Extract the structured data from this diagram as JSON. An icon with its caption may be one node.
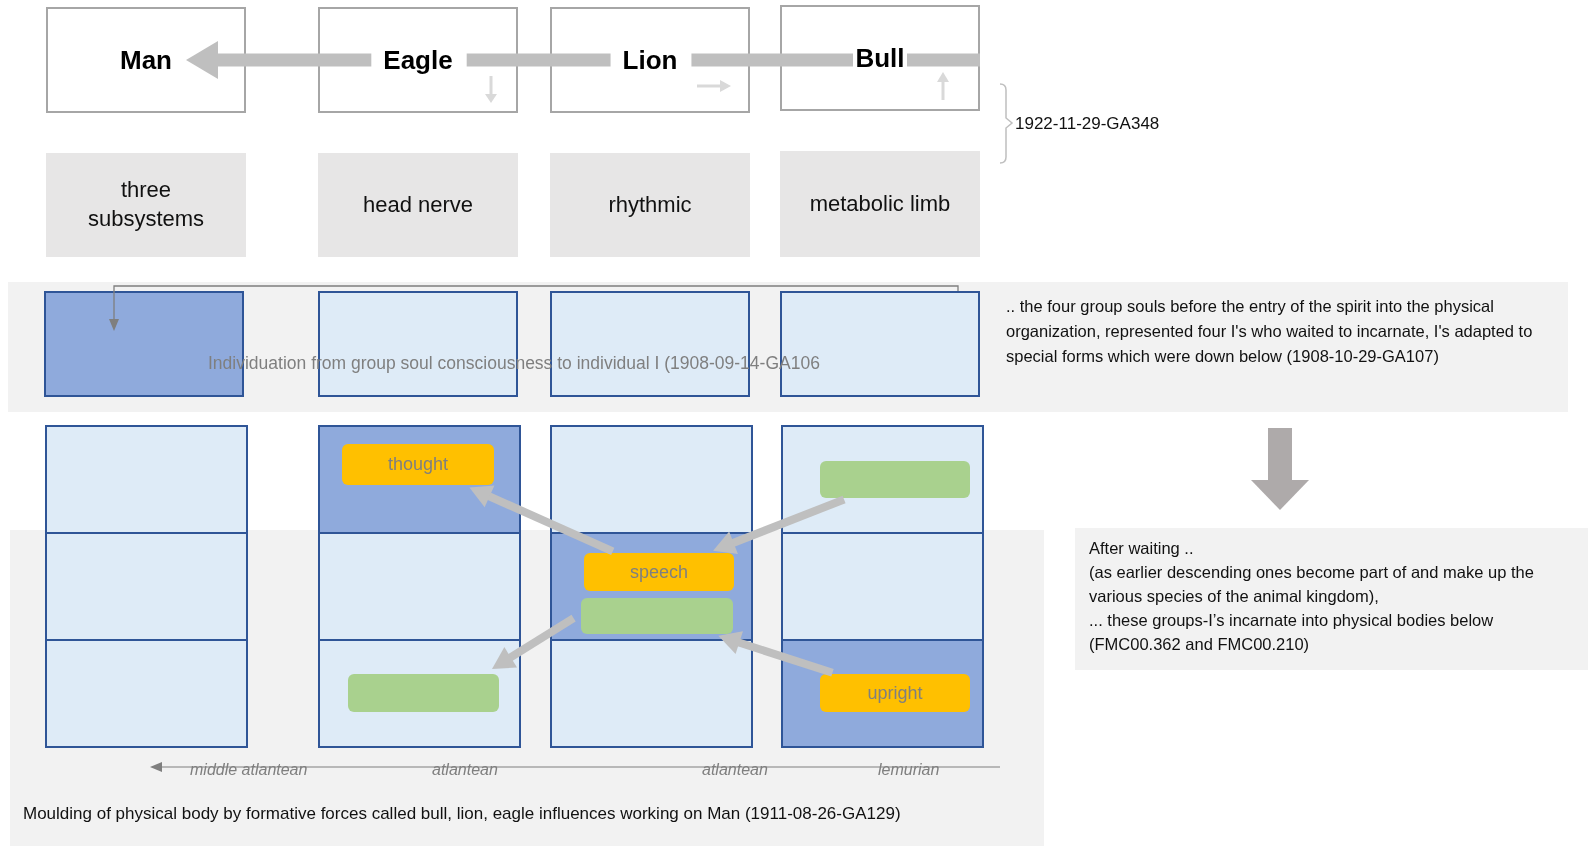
{
  "diagram": {
    "nodes": [
      {
        "text": [
          "Man"
        ]
      },
      {
        "text": [
          "Eagle"
        ]
      },
      {
        "text": [
          "Lion"
        ]
      },
      {
        "text": [
          "Bull"
        ]
      },
      {
        "text": [
          "three subsystems"
        ]
      },
      {
        "text": [
          "head nerve"
        ]
      },
      {
        "text": [
          "rhythmic"
        ]
      },
      {
        "text": [
          "metabolic limb"
        ]
      },
      {
        "text": [
          ".. the four group souls before the entry of the spirit into the physical organization, represented four I's who waited to incarnate, I's adapted to special forms which were down below (1908-10-29-GA107)"
        ]
      },
      {
        "text": [],
        "shape": "box",
        "in": 8
      },
      {
        "text": [],
        "shape": "box",
        "in": 8
      },
      {
        "text": [],
        "shape": "box",
        "in": 8
      },
      {
        "text": [],
        "shape": "box",
        "in": 8
      },
      {
        "text": [
          "Moulding of physical body by formative forces called bull, lion, eagle influences working on Man (1911-08-26-GA129)"
        ]
      },
      {
        "text": [],
        "shape": "box"
      },
      {
        "text": [],
        "shape": "box"
      },
      {
        "text": [],
        "shape": "box"
      },
      {
        "text": [],
        "shape": "box"
      },
      {
        "text": [],
        "shape": "box",
        "in": 13
      },
      {
        "text": [],
        "shape": "box",
        "in": 13
      },
      {
        "text": [],
        "shape": "box",
        "in": 13
      },
      {
        "text": [],
        "shape": "box",
        "in": 13
      },
      {
        "text": [],
        "shape": "box",
        "in": 13
      },
      {
        "text": [],
        "shape": "box",
        "in": 13
      },
      {
        "text": [],
        "shape": "box",
        "in": 13
      },
      {
        "text": [],
        "shape": "box",
        "in": 13
      },
      {
        "text": [
          "thought"
        ],
        "in": 15
      },
      {
        "text": [],
        "shape": "box",
        "in": 17
      },
      {
        "text": [
          "speech"
        ],
        "in": 20
      },
      {
        "text": [],
        "shape": "box",
        "in": 20
      },
      {
        "text": [],
        "shape": "box",
        "in": 23
      },
      {
        "text": [
          "upright"
        ],
        "in": 25
      },
      {
        "text": [
          "After waiting ..",
          "(as earlier descending ones become part of and make up the various species of the animal kingdom),",
          "... these groups-I’s incarnate into physical bodies below (FMC00.362 and FMC00.210)"
        ]
      }
    ],
    "edges": [
      {
        "from": 3,
        "to": 2,
        "arrow": "none"
      },
      {
        "from": 2,
        "to": 1,
        "arrow": "none"
      },
      {
        "from": 1,
        "to": 0,
        "arrow": "to"
      },
      {
        "from": 12,
        "to": 9,
        "arrow": "to",
        "label": "Individuation from group soul consciousness to individual I (1908-09-14-GA106",
        "color": "#7f7f7f"
      },
      {
        "from": 28,
        "to": 26,
        "arrow": "to"
      },
      {
        "from": 27,
        "to": 28,
        "arrow": "to"
      },
      {
        "from": 29,
        "to": 30,
        "arrow": "to"
      },
      {
        "from": 31,
        "to": 29,
        "arrow": "to"
      },
      {
        "from": 8,
        "to": 32,
        "arrow": "to",
        "style": "thick",
        "color": "#aeaaaa"
      }
    ],
    "labels": [
      "1922-11-29-GA348",
      "middle atlantean",
      "atlantean",
      "atlantean",
      "lemurian"
    ]
  }
}
